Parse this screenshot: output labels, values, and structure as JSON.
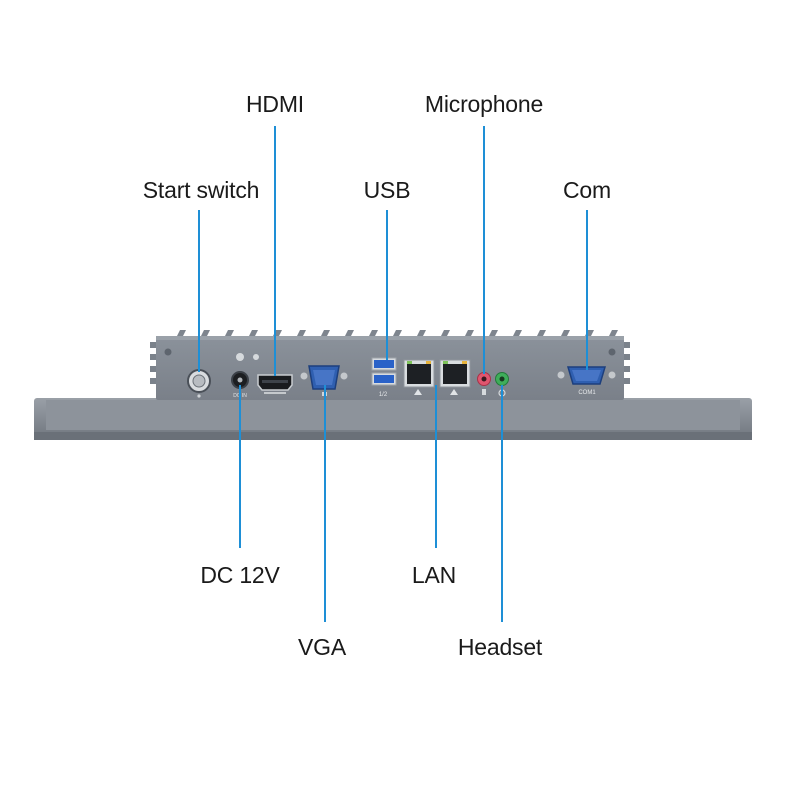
{
  "labels": {
    "hdmi": "HDMI",
    "microphone": "Microphone",
    "start_switch": "Start switch",
    "usb": "USB",
    "com": "Com",
    "dc": "DC 12V",
    "lan": "LAN",
    "vga": "VGA",
    "headset": "Headset"
  },
  "device_text": {
    "com_port": "COM1",
    "usb_port": "1/2",
    "dc_port": "DC IN"
  },
  "colors": {
    "leader_line": "#1e8fd6",
    "chassis": "#808791",
    "chassis_dark": "#5c636c",
    "panel": "#8a9098",
    "vga_blue": "#2f5fb0",
    "usb_blue": "#2a62c8",
    "mic_pink": "#e0566f",
    "headset_green": "#3fae5a"
  }
}
